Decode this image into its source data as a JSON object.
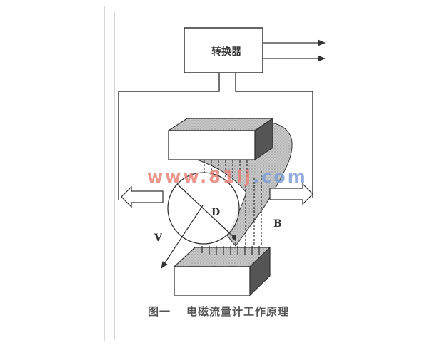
{
  "diagram": {
    "converter_label": "转换器",
    "diameter_label": "D",
    "velocity_label": "V",
    "field_label": "B",
    "caption_figure": "图一",
    "caption_title": "电磁流量计工作原理"
  },
  "watermark": {
    "part1": "www.81",
    "part2": "lj",
    "part3": ".com"
  },
  "colors": {
    "line": "#333333",
    "shade": "#bdbdbd",
    "dark_face": "#555555",
    "watermark_red": "#e8837a",
    "watermark_blue": "#7f9fd6"
  }
}
